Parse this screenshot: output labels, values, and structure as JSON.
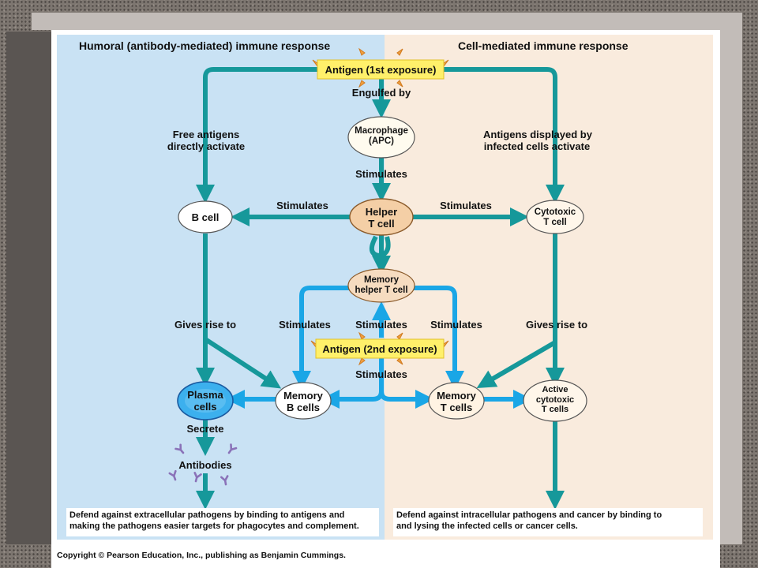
{
  "headings": {
    "humoral": "Humoral (antibody-mediated) immune response",
    "cell_mediated": "Cell-mediated immune response"
  },
  "antigen_first": "Antigen (1st exposure)",
  "antigen_second": "Antigen (2nd exposure)",
  "labels": {
    "engulfed_by": "Engulfed by",
    "free_antigens_1": "Free antigens",
    "free_antigens_2": "directly activate",
    "displayed_1": "Antigens displayed by",
    "displayed_2": "infected cells activate",
    "stimulates_apc": "Stimulates",
    "stimulates_left": "Stimulates",
    "stimulates_right": "Stimulates",
    "gives_rise_left": "Gives rise to",
    "gives_rise_right": "Gives rise to",
    "stimulates_m1": "Stimulates",
    "stimulates_m2": "Stimulates",
    "stimulates_m3": "Stimulates",
    "stimulates_below": "Stimulates",
    "secrete": "Secrete",
    "antibodies": "Antibodies"
  },
  "cells": {
    "macrophage": [
      "Macrophage",
      "(APC)"
    ],
    "b_cell": [
      "B cell"
    ],
    "helper": [
      "Helper",
      "T cell"
    ],
    "cytotoxic": [
      "Cytotoxic",
      "T cell"
    ],
    "memory_helper": [
      "Memory",
      "helper T cell"
    ],
    "plasma": [
      "Plasma",
      "cells"
    ],
    "memory_b": [
      "Memory",
      "B cells"
    ],
    "memory_t": [
      "Memory",
      "T cells"
    ],
    "active_cytotoxic": [
      "Active",
      "cytotoxic",
      "T cells"
    ]
  },
  "notes": {
    "left_1": "Defend against extracellular pathogens by binding to antigens and",
    "left_2": "making the pathogens easier targets for phagocytes and complement.",
    "right_1": "Defend against intracellular pathogens and cancer by binding to",
    "right_2": "and lysing the infected cells or cancer cells."
  },
  "copyright": "Copyright © Pearson Education, Inc., publishing as Benjamin Cummings.",
  "colors": {
    "teal_arrow": "#16989a",
    "blue_arrow": "#1aa6e6",
    "humoral_bg": "#c9e2f4",
    "cell_bg": "#f9ebdd",
    "antigen_box": "#fff06a",
    "white_cell": "#ffffff",
    "tan_cell": "#f4cfa6",
    "plasma_cell": "#3cb0ee",
    "antibody": "#8a72b8"
  }
}
